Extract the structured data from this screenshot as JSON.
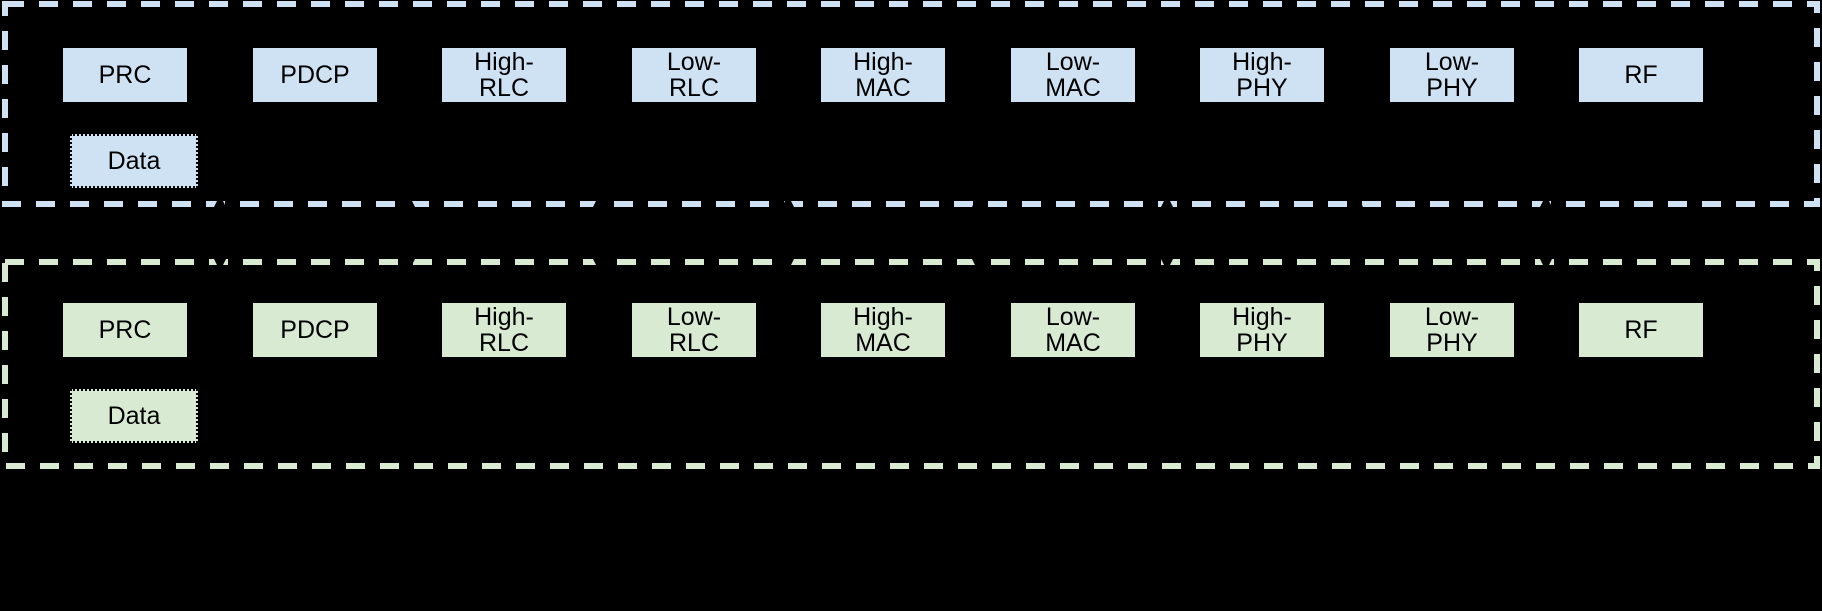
{
  "diagram": {
    "background": "#000000",
    "text_color": "#000000",
    "zones": [
      {
        "id": "upper",
        "accent": "#cfe2f3",
        "layer_labels": [
          "PRC",
          "PDCP",
          "High-\nRLC",
          "Low-\nRLC",
          "High-\nMAC",
          "Low-\nMAC",
          "High-\nPHY",
          "Low-\nPHY",
          "RF"
        ],
        "data_box_label": "Data"
      },
      {
        "id": "lower",
        "accent": "#d9ead3",
        "layer_labels": [
          "PRC",
          "PDCP",
          "High-\nRLC",
          "Low-\nRLC",
          "High-\nMAC",
          "Low-\nMAC",
          "High-\nPHY",
          "Low-\nPHY",
          "RF"
        ],
        "data_box_label": "Data"
      }
    ],
    "split_arrows": {
      "count": 8,
      "color": "#000000",
      "style": "double-headed-vertical"
    }
  }
}
